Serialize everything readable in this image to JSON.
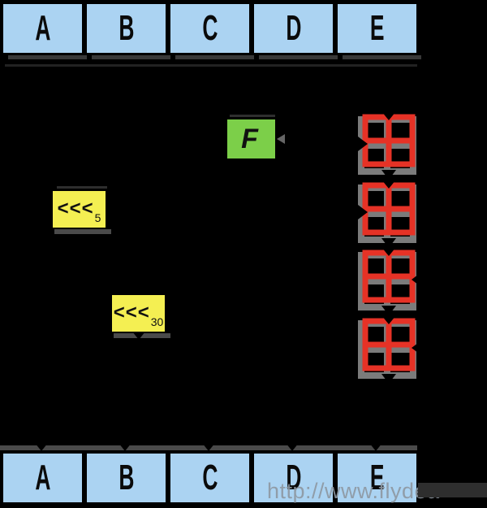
{
  "registers": {
    "top": [
      "A",
      "B",
      "C",
      "D",
      "E"
    ],
    "bottom": [
      "A",
      "B",
      "C",
      "D",
      "E"
    ]
  },
  "function_box": {
    "label": "F"
  },
  "rotations": [
    {
      "label": "<<<",
      "amount": "5"
    },
    {
      "label": "<<<",
      "amount": "30"
    }
  ],
  "adders": [
    {
      "icon": "modular-addition-icon",
      "arrow_side": "left"
    },
    {
      "icon": "modular-addition-icon",
      "arrow_side": "left"
    },
    {
      "icon": "modular-addition-icon",
      "arrow_side": "right"
    },
    {
      "icon": "modular-addition-icon",
      "arrow_side": "right"
    }
  ],
  "watermark": {
    "text": "http://www.flydea"
  },
  "colors": {
    "background": "#000000",
    "register_fill": "#abd3f2",
    "register_border": "#000000",
    "function_fill": "#7ccf49",
    "rotation_fill": "#f4ef52",
    "adder_red": "#e63226",
    "adder_gray": "#7b7b7b",
    "shadow_gray": "#4a4a4a",
    "watermark_gray": "#8e98a2"
  }
}
